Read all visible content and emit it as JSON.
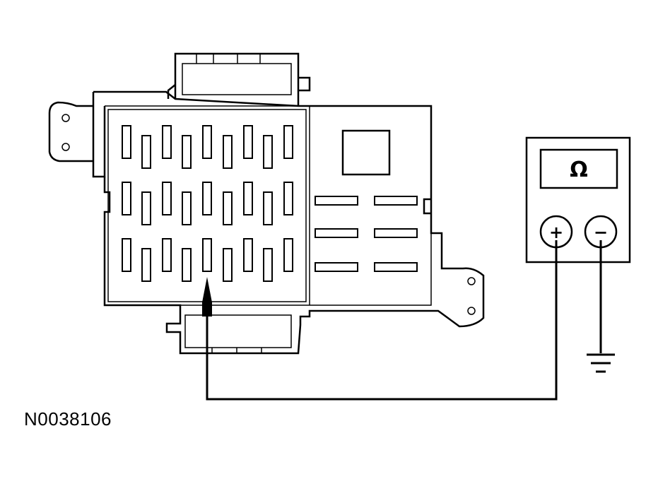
{
  "figure_id": "N0038106",
  "meter": {
    "display_symbol": "Ω",
    "positive_symbol": "+",
    "negative_symbol": "−"
  },
  "icons": {
    "module": "electronic-module-connector",
    "meter": "ohmmeter",
    "probe": "test-probe",
    "ground": "ground-symbol"
  }
}
